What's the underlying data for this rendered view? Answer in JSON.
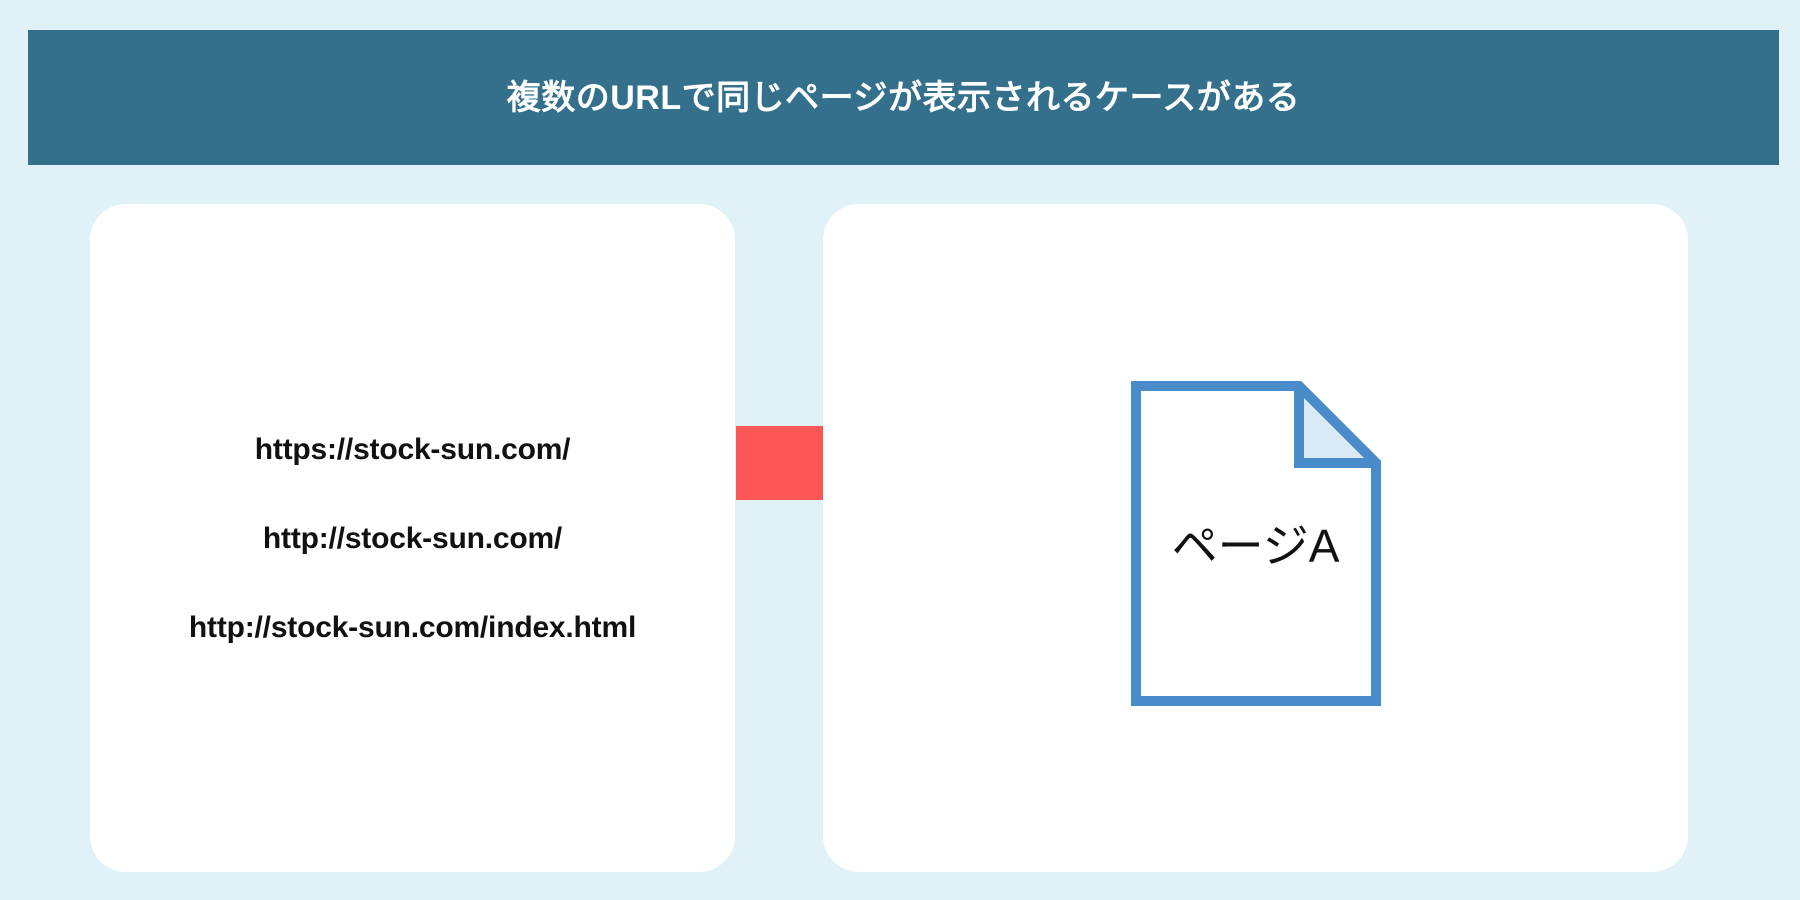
{
  "header": {
    "title": "複数のURLで同じページが表示されるケースがある",
    "background_color": "#34708C",
    "text_color": "#FFFFFF"
  },
  "page": {
    "background_color": "#E0F2F7"
  },
  "url_card": {
    "background_color": "#FFFFFF",
    "urls": [
      "https://stock-sun.com/",
      "http://stock-sun.com/",
      "http://stock-sun.com/index.html"
    ]
  },
  "arrow": {
    "icon": "arrow-right-icon",
    "color": "#FB5757",
    "direction": "right"
  },
  "page_card": {
    "background_color": "#FFFFFF",
    "document": {
      "icon": "document-page-icon",
      "label": "ページA",
      "border_color": "#4A8BC9",
      "fold_fill_color": "#DCEBF8",
      "body_fill_color": "#FFFFFF"
    }
  }
}
